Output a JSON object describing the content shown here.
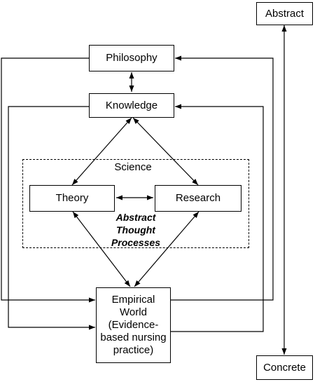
{
  "diagram": {
    "nodes": {
      "philosophy": "Philosophy",
      "knowledge": "Knowledge",
      "theory": "Theory",
      "research": "Research",
      "empirical_line1": "Empirical",
      "empirical_line2": "World",
      "empirical_line3": "(Evidence-",
      "empirical_line4": "based nursing",
      "empirical_line5": "practice)",
      "abstract": "Abstract",
      "concrete": "Concrete"
    },
    "region_label": "Science",
    "abstract_thought_line1": "Abstract",
    "abstract_thought_line2": "Thought",
    "abstract_thought_line3": "Processes"
  }
}
